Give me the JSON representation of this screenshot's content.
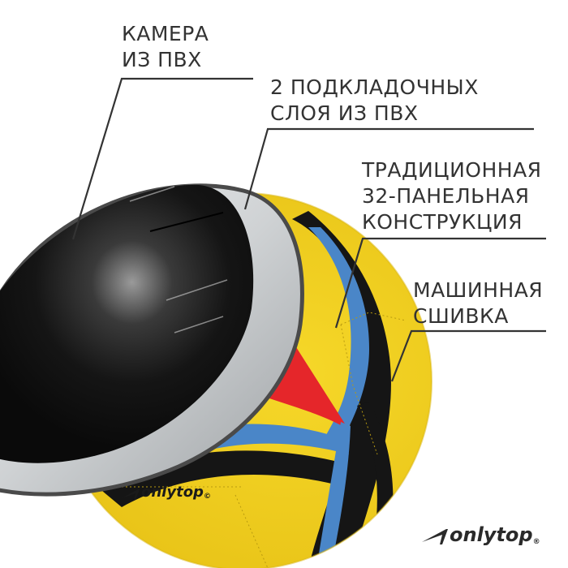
{
  "callouts": [
    {
      "id": "chamber",
      "lines": [
        "КАМЕРА",
        "ИЗ ПВХ"
      ]
    },
    {
      "id": "lining",
      "lines": [
        "2 ПОДКЛАДОЧНЫХ",
        "СЛОЯ ИЗ ПВХ"
      ]
    },
    {
      "id": "construction",
      "lines": [
        "ТРАДИЦИОННАЯ",
        "32-ПАНЕЛЬНАЯ",
        "КОНСТРУКЦИЯ"
      ]
    },
    {
      "id": "stitching",
      "lines": [
        "МАШИННАЯ",
        "СШИВКА"
      ]
    }
  ],
  "brand": {
    "name": "onlytop",
    "registered_mark": "®",
    "ball_print_mark": "©"
  },
  "colors": {
    "text": "#333333",
    "ball_yellow": "#f2cf1e",
    "ball_blue": "#4a86c8",
    "ball_red": "#e5262a",
    "ball_black": "#151515",
    "lining_grey": "#cfd2d4",
    "bladder_black": "#111111"
  }
}
